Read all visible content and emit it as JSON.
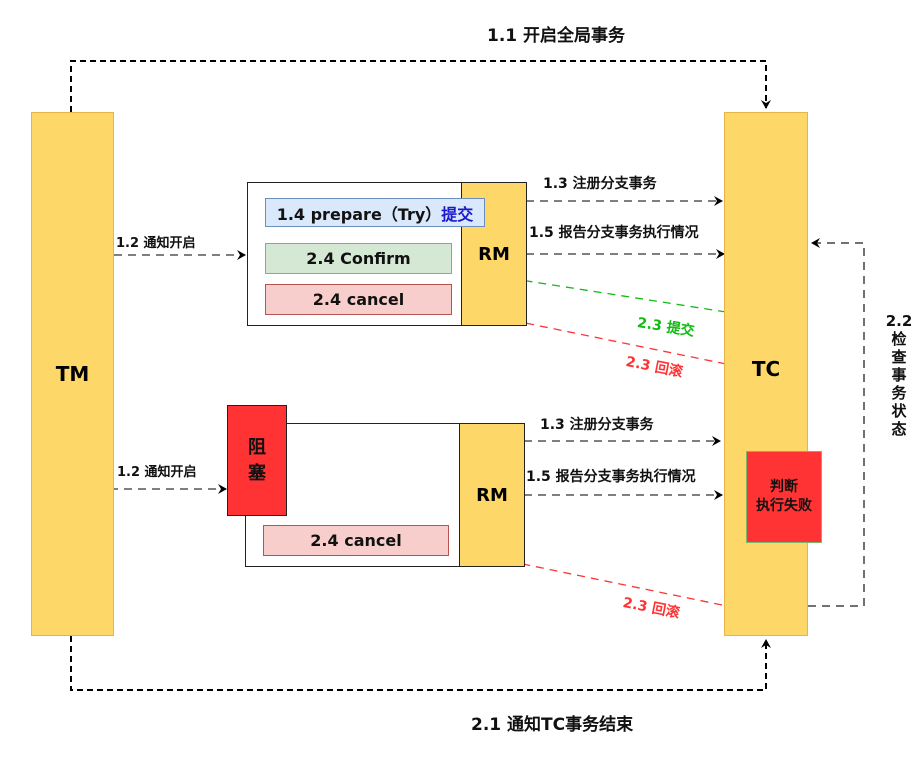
{
  "title_top": "1.1 开启全局事务",
  "title_bottom": "2.1 通知TC事务结束",
  "tm": {
    "label": "TM"
  },
  "tc": {
    "label": "TC",
    "fail_box": [
      "判断",
      "执行失败"
    ]
  },
  "check_status": {
    "label": [
      "2.2",
      "检",
      "查",
      "事",
      "务",
      "状",
      "态"
    ]
  },
  "upper_group": {
    "notify_label": "1.2 通知开启",
    "rm_label": "RM",
    "prepare": {
      "prefix": "1.4 prepare（Try）",
      "suffix": "提交"
    },
    "confirm": "2.4 Confirm",
    "cancel": "2.4 cancel",
    "register_label": "1.3 注册分支事务",
    "report_label": "1.5 报告分支事务执行情况",
    "commit_label": "2.3 提交",
    "rollback_label": "2.3 回滚"
  },
  "lower_group": {
    "notify_label": "1.2 通知开启",
    "blocked": [
      "阻",
      "塞"
    ],
    "rm_label": "RM",
    "cancel": "2.4 cancel",
    "register_label": "1.3 注册分支事务",
    "report_label": "1.5 报告分支事务执行情况",
    "rollback_label": "2.3 回滚"
  },
  "colors": {
    "pillar": "#fdd869",
    "commit": "#11bb11",
    "rollback": "#ff3333",
    "blue_text": "#1a1acc"
  }
}
